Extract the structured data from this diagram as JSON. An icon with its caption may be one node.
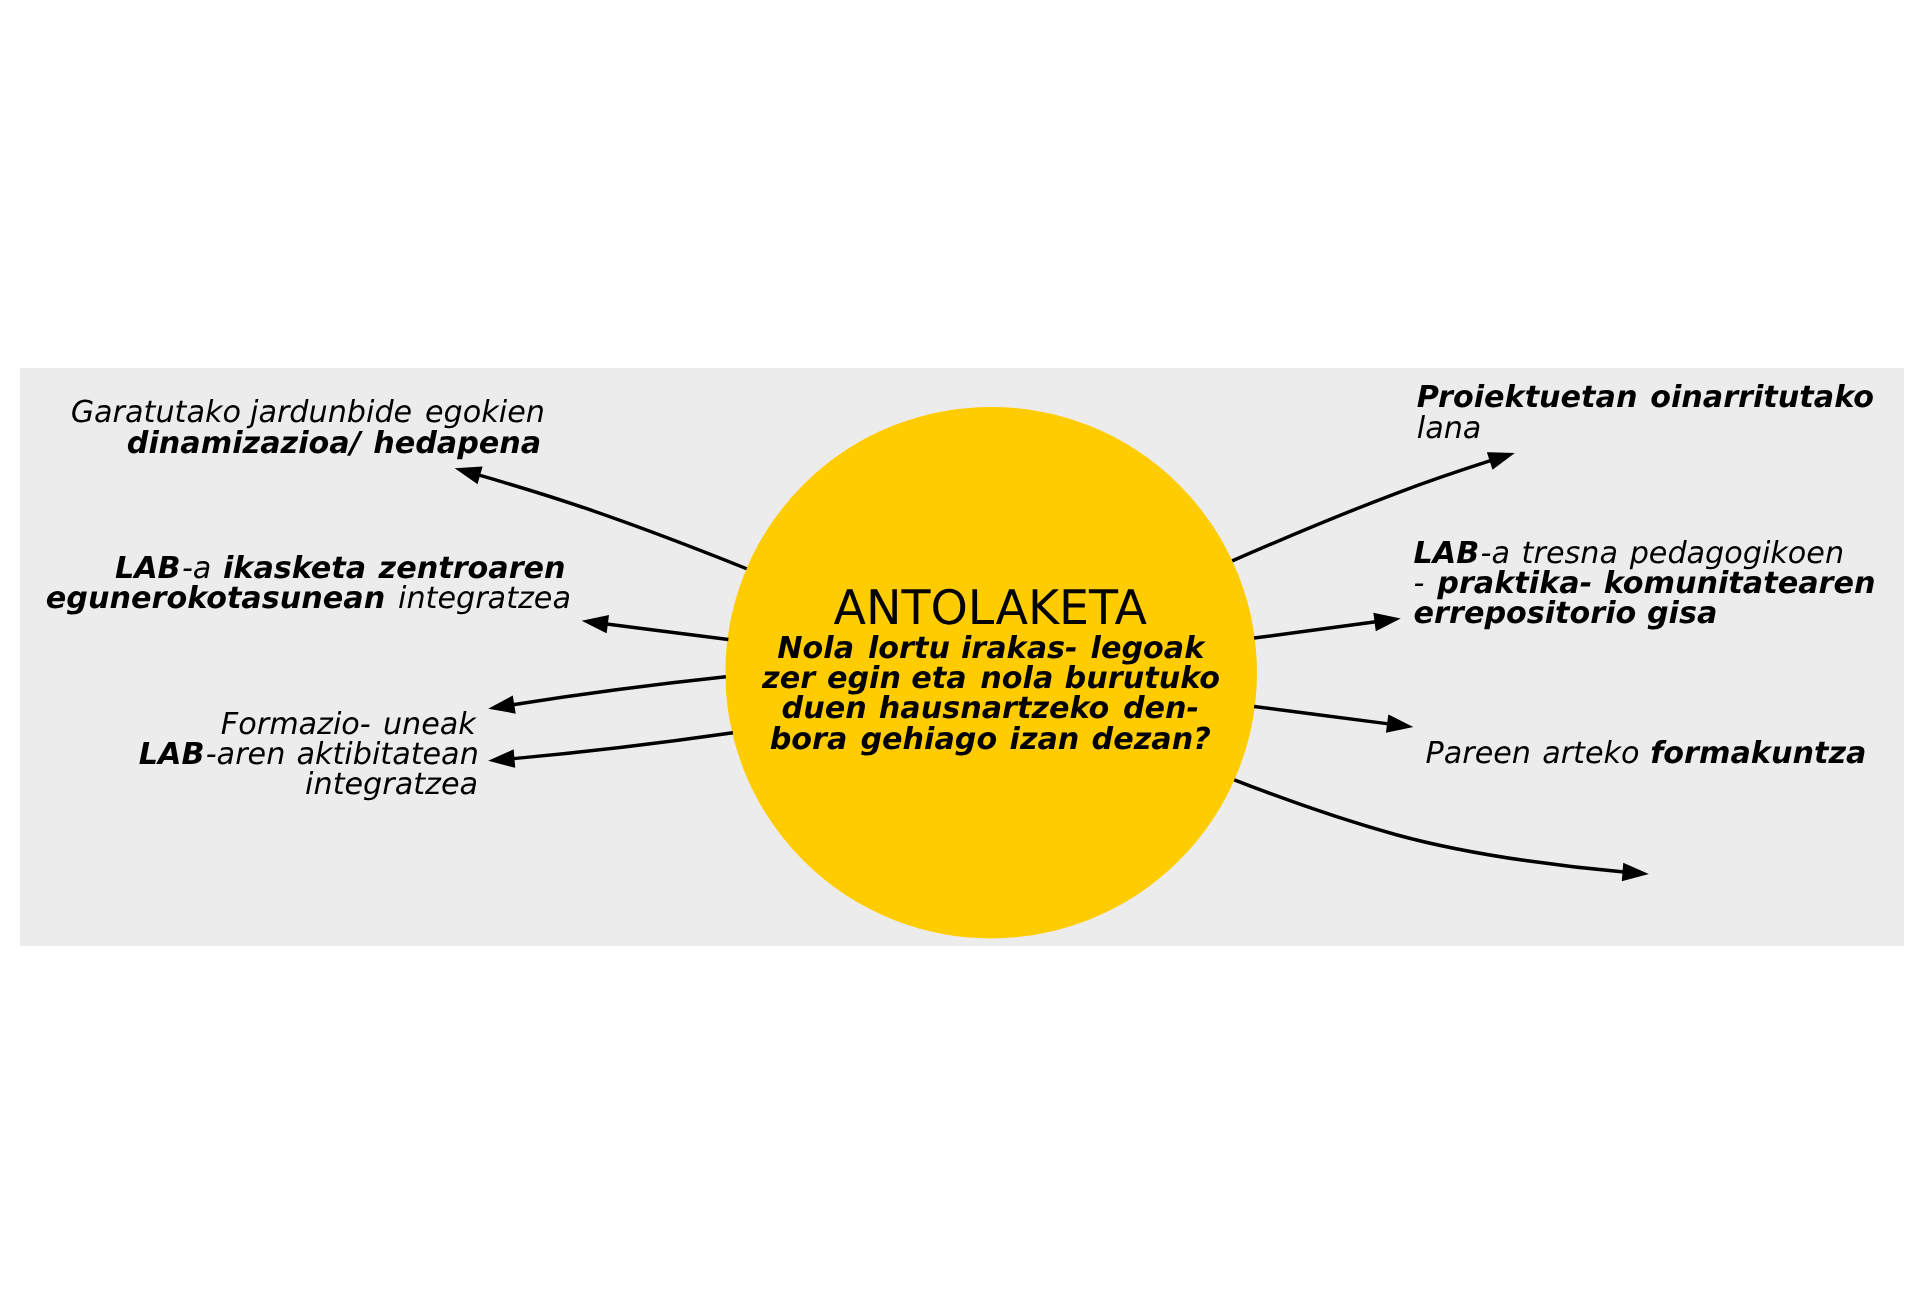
{
  "diagram": {
    "nodes": [
      {
        "text": [
          "ANTOLAKETA",
          "**Nola lortu irakas- legoak zer egin eta nola burutuko duen hausnartzeko den- bora gehiago izan dezan?**"
        ]
      },
      {
        "text": [
          "Garatutako jardunbide egokien **dinamizazioa/ hedapena**"
        ]
      },
      {
        "text": [
          "**Proiektuetan oinarritutako** lana"
        ]
      },
      {
        "text": [
          "**LAB**-a tresna pedagogikoen - **praktika- komunitatearen errepositorio gisa**"
        ]
      },
      {
        "text": [
          "**LAB**-a **ikasketa zentroaren egunerokotasunean** integratzea"
        ]
      },
      {
        "text": [
          "Formazio- uneak **LAB**-aren aktibitatean integratzea"
        ]
      },
      {
        "text": [
          "Pareen arteko **formakuntza**"
        ]
      }
    ],
    "edges": [
      {
        "from": 0,
        "to": 1,
        "arrow": "to"
      },
      {
        "from": 0,
        "to": 2,
        "arrow": "to"
      },
      {
        "from": 0,
        "to": 3,
        "arrow": "to"
      },
      {
        "from": 0,
        "to": 4,
        "arrow": "to"
      },
      {
        "from": 0,
        "to": 5,
        "arrow": "to"
      },
      {
        "from": 0,
        "to": 5,
        "arrow": "to"
      },
      {
        "from": 0,
        "to": null,
        "arrow": "to"
      },
      {
        "from": 0,
        "to": 6,
        "arrow": "to"
      }
    ]
  }
}
